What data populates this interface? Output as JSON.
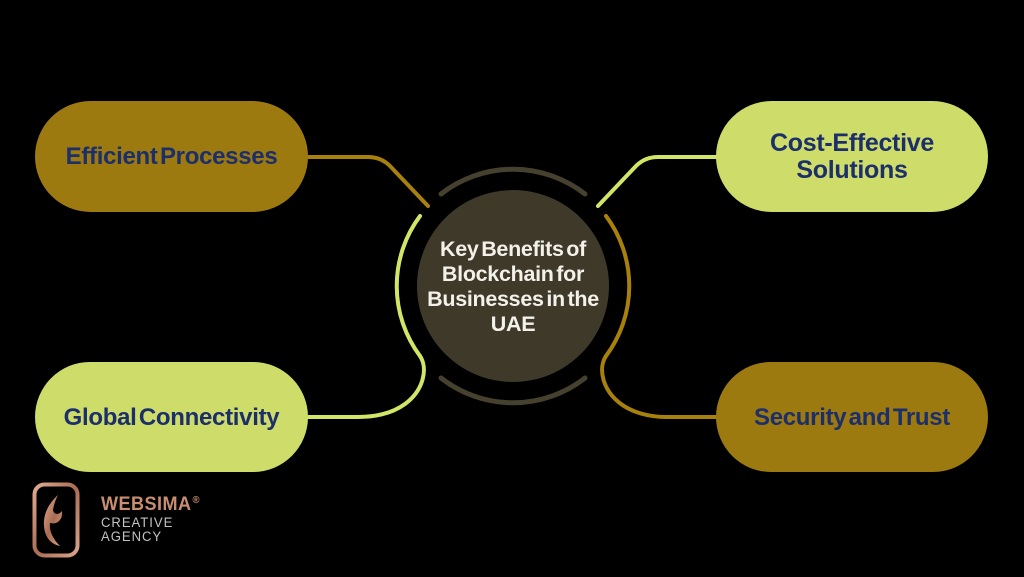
{
  "title": "Key Benefits of Blockchain for Businesses in the UAE",
  "center": {
    "lines": [
      "Key Benefits of",
      "Blockchain for",
      "Businesses in the",
      "UAE"
    ]
  },
  "nodes": [
    {
      "label": "Efficient Processes",
      "position": "top-left",
      "variant": "gold"
    },
    {
      "label": "Cost-Effective Solutions",
      "position": "top-right",
      "variant": "lime"
    },
    {
      "label": "Global Connectivity",
      "position": "bottom-left",
      "variant": "lime"
    },
    {
      "label": "Security and Trust",
      "position": "bottom-right",
      "variant": "gold"
    }
  ],
  "footer": {
    "brand": "WEBSIMA",
    "registered": "®",
    "tagline_line1": "CREATIVE",
    "tagline_line2": "AGENCY"
  },
  "colors": {
    "background": "#000000",
    "gold": "#9c7a10",
    "lime": "#cedc69",
    "navy": "#1c2f6a",
    "circle-fill": "#3e3929",
    "center-text": "#f3f1ea",
    "gold-line": "#a8800c",
    "lime-line": "#d3e566",
    "dark-arc": "#46402e",
    "copper": "#c98e70",
    "logo-gray": "#c2c2c2"
  }
}
